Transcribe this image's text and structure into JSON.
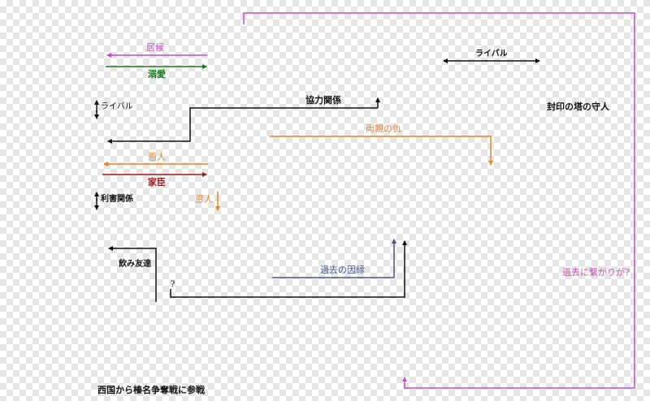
{
  "colors": {
    "black": "#111111",
    "magenta": "#c050c0",
    "green": "#1a7a1a",
    "orange": "#e8842a",
    "red": "#a01818",
    "navy": "#44558a",
    "pink_text": "#c050b0"
  },
  "labels": {
    "igakari": "居候",
    "dekiai": "溺愛",
    "rival_left": "ライバル",
    "onjin_top": "恩人",
    "kashin": "家臣",
    "rigai": "利害関係",
    "onjin_side": "恩人",
    "nomitomodachi": "飲み友達",
    "question": "?",
    "kyoryoku": "協力関係",
    "ryoshin": "両親の仇",
    "kako_innen": "過去の因縁",
    "rival_right": "ライバル",
    "fuin": "封印の塔の守人",
    "kako_tsunagari": "過去に繋がりが?",
    "sankai": "西国から榛名争奪戦に参戦"
  }
}
